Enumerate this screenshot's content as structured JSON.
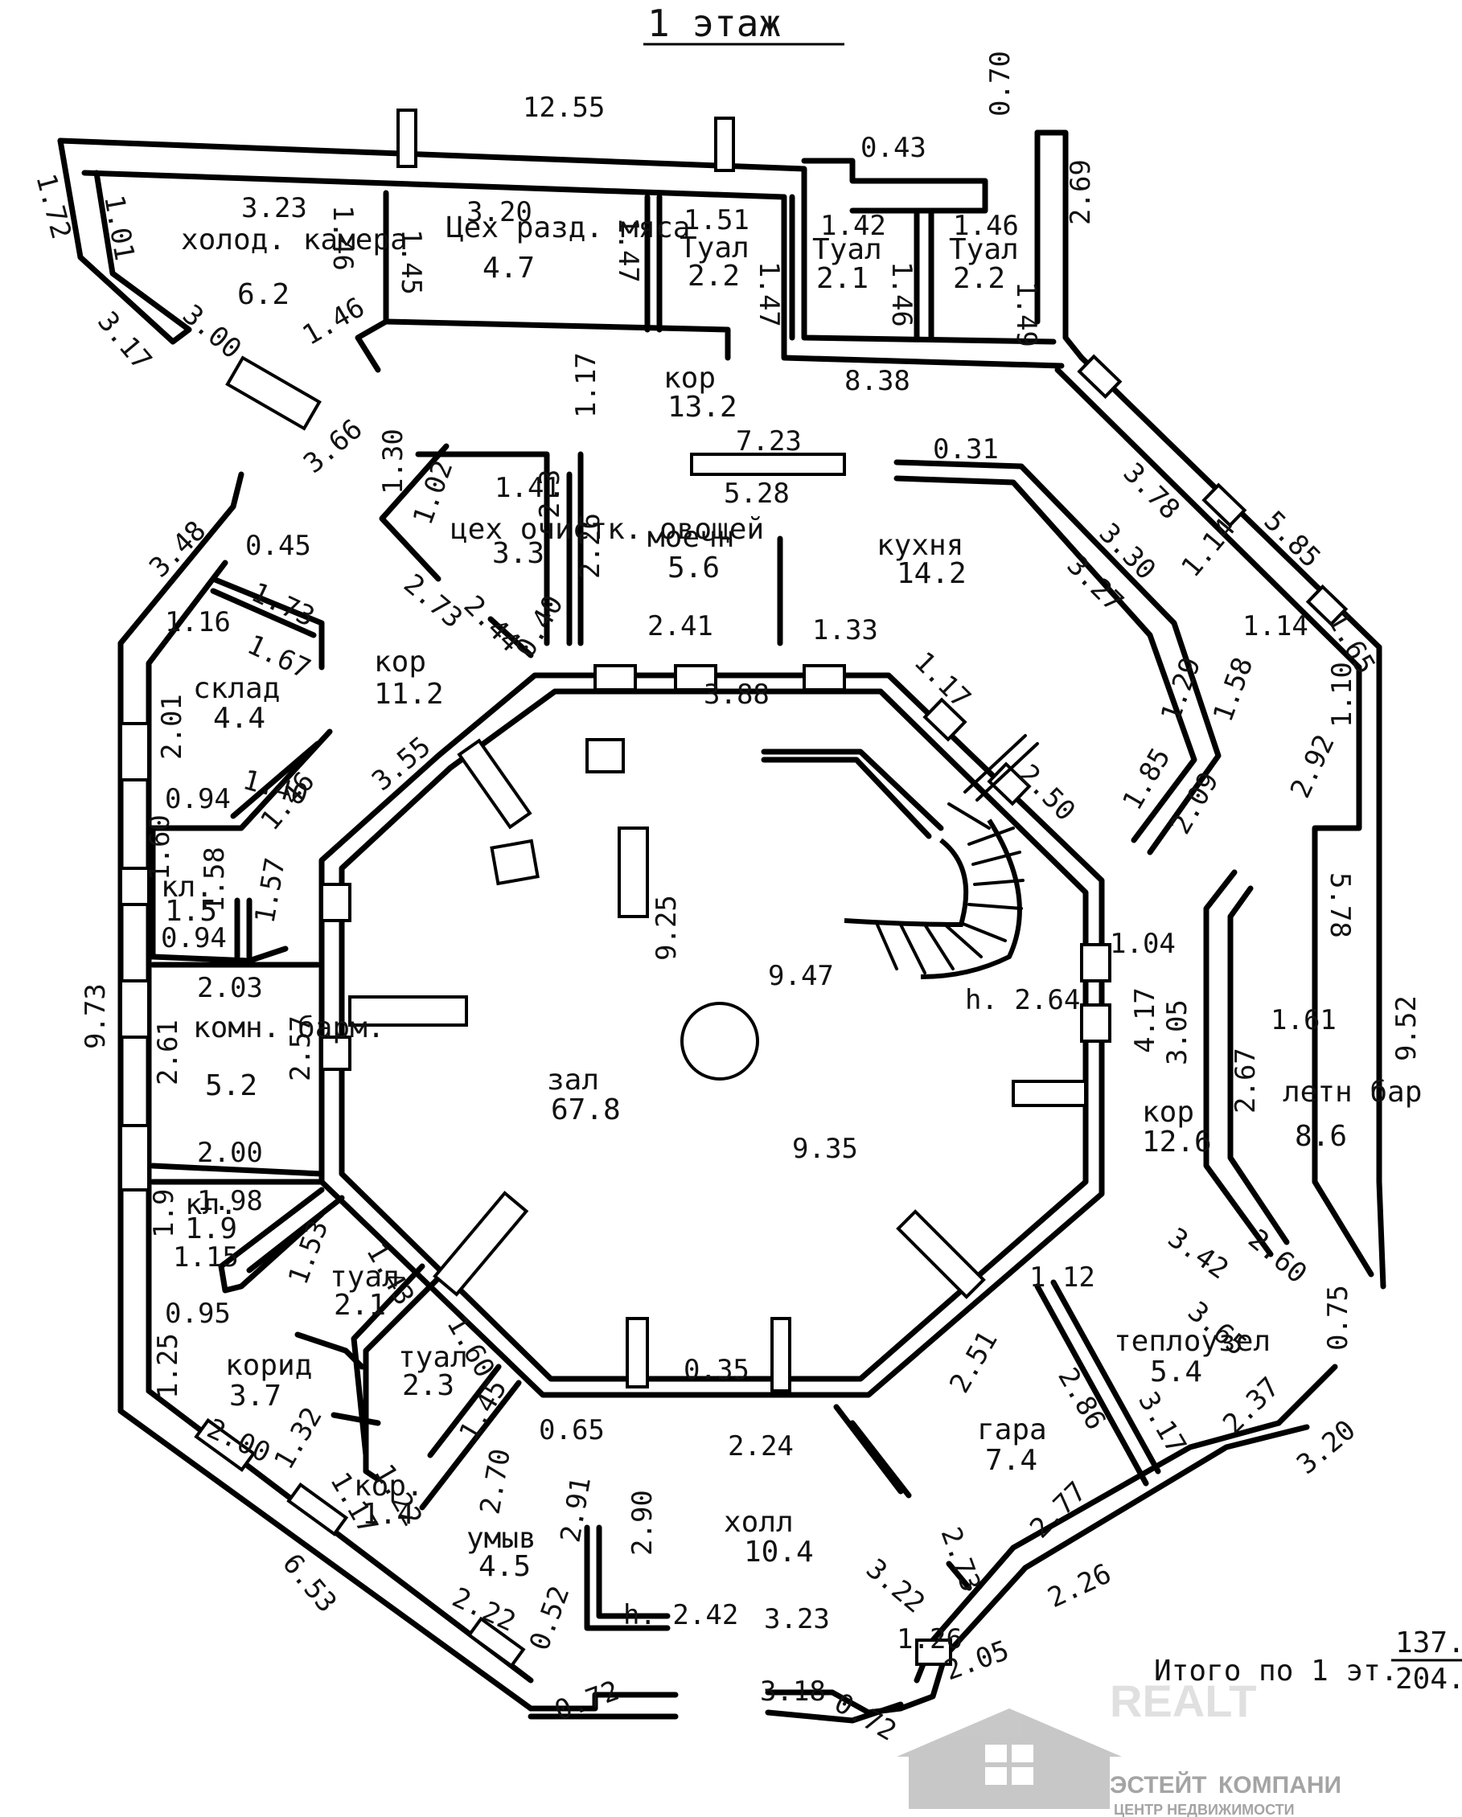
{
  "title": "1 этаж",
  "total": {
    "label": "Итого по 1 эт.",
    "numerator": "137.",
    "denominator": "204."
  },
  "rooms": [
    {
      "name": "холод. камера",
      "area": "6.2"
    },
    {
      "name": "Цех разд. мяса",
      "area": "4.7"
    },
    {
      "name": "Туал",
      "area": "2.2"
    },
    {
      "name": "Туал",
      "area": "2.1"
    },
    {
      "name": "Туал",
      "area": "2.2"
    },
    {
      "name": "кор",
      "area": "13.2"
    },
    {
      "name": "цех очистк. овощей",
      "area": "3.3"
    },
    {
      "name": "моечн",
      "area": "5.6"
    },
    {
      "name": "кухня",
      "area": "14.2"
    },
    {
      "name": "склад",
      "area": "4.4"
    },
    {
      "name": "кор",
      "area": "11.2"
    },
    {
      "name": "кл.",
      "area": "1.5"
    },
    {
      "name": "комн. барм.",
      "area": "5.2"
    },
    {
      "name": "зал",
      "area": "67.8"
    },
    {
      "name": "кор",
      "area": "12.6"
    },
    {
      "name": "летн бар",
      "area": "8.6"
    },
    {
      "name": "кл.",
      "area": "1.9"
    },
    {
      "name": "туал",
      "area": "2.1"
    },
    {
      "name": "корид",
      "area": "3.7"
    },
    {
      "name": "туал",
      "area": "2.3"
    },
    {
      "name": "кор.",
      "area": "1.4"
    },
    {
      "name": "умыв",
      "area": "4.5"
    },
    {
      "name": "холл",
      "area": "10.4"
    },
    {
      "name": "гара",
      "area": "7.4"
    },
    {
      "name": "теплоузел",
      "area": "5.4"
    }
  ],
  "dimensions": {
    "top_total": "12.55",
    "d1_72": "1.72",
    "d3_17": "3.17",
    "d1_01": "1.01",
    "d3_23": "3.23",
    "d1_46a": "1.46",
    "d3_20": "3.20",
    "d1_45": "1.45",
    "d1_47a": "1.47",
    "d1_51": "1.51",
    "d1_47b": "1.47",
    "d0_43": "0.43",
    "d0_70": "0.70",
    "d1_42": "1.42",
    "d1_46b": "1.46",
    "d1_46c": "1.46",
    "d1_49": "1.49",
    "d2_69": "2.69",
    "d3_00": "3.00",
    "d1_46d": "1.46",
    "d8_38": "8.38",
    "d1_17": "1.17",
    "d3_66": "3.66",
    "d1_30": "1.30",
    "d1_02": "1.02",
    "d1_41": "1.41",
    "d2_3": "2.3",
    "d2_26": "2.26",
    "d7_23": "7.23",
    "d5_28": "5.28",
    "d0_31": "0.31",
    "d3_78": "3.78",
    "d3_30": "3.30",
    "d3_27": "3.27",
    "d5_85": "5.85",
    "d1_14a": "1.14",
    "d1_14b": "1.14",
    "d1_65": "1.65",
    "d1_58": "1.58",
    "d1_29": "1.29",
    "d1_10": "1.10",
    "d3_48": "3.48",
    "d0_45": "0.45",
    "d1_73": "1.73",
    "d1_16": "1.16",
    "d1_67": "1.67",
    "d2_73": "2.73",
    "d2_44": "2.44",
    "d0_40": "0.40",
    "d2_41": "2.41",
    "d1_33": "1.33",
    "d3_88": "3.88",
    "d1_17b": "1.17",
    "d2_01": "2.01",
    "d1_40": "1.40",
    "d0_94a": "0.94",
    "d1_46e": "1.46",
    "d3_55": "3.55",
    "d2_50": "2.50",
    "d1_85": "1.85",
    "d2_09": "2.09",
    "d2_92": "2.92",
    "d5_78": "5.78",
    "d1_60": "1.60",
    "d1_58b": "1.58",
    "d1_57": "1.57",
    "d0_94b": "0.94",
    "d9_25": "9.25",
    "d9_47": "9.47",
    "h2_64": "h. 2.64",
    "d1_04": "1.04",
    "d2_03": "2.03",
    "d9_73": "9.73",
    "d2_61": "2.61",
    "d2_57": "2.57",
    "d4_17": "4.17",
    "d3_05": "3.05",
    "d2_67": "2.67",
    "d1_61": "1.61",
    "d9_52": "9.52",
    "d9_35": "9.35",
    "d2_00a": "2.00",
    "d1_98": "1.98",
    "d1_9": "1.9",
    "d1_15": "1.15",
    "d1_53": "1.53",
    "d1_43": "1.43",
    "d3_42": "3.42",
    "d2_60": "2.60",
    "d1_12": "1.12",
    "d3_65": "3.65",
    "d0_75": "0.75",
    "d0_95": "0.95",
    "d1_25": "1.25",
    "d1_60b": "1.60",
    "d0_35": "0.35",
    "d2_51": "2.51",
    "d2_86": "2.86",
    "d3_17b": "3.17",
    "d2_37": "2.37",
    "d1_45b": "1.45",
    "d3_20b": "3.20",
    "d2_00b": "2.00",
    "d1_32": "1.32",
    "d1_17c": "1.17",
    "d1_22": "1.22",
    "d0_65": "0.65",
    "d2_24": "2.24",
    "d2_70": "2.70",
    "d2_91": "2.91",
    "d2_90": "2.90",
    "d2_73b": "2.73",
    "d2_77": "2.77",
    "d6_53": "6.53",
    "d2_22": "2.22",
    "d0_52": "0.52",
    "h2_42": "h. 2.42",
    "d3_23b": "3.23",
    "d3_22": "3.22",
    "d1_26": "1.26",
    "d2_26b": "2.26",
    "d0_72": "0.72",
    "d3_18": "3.18",
    "d0_72b": "0.72",
    "d2_05": "2.05"
  },
  "watermark": {
    "brand_main": "ЭСТЕЙТ",
    "brand_sub": "КОМПАНИ",
    "tagline": "ЦЕНТР НЕДВИЖИМОСТИ",
    "realt": "REALT"
  }
}
